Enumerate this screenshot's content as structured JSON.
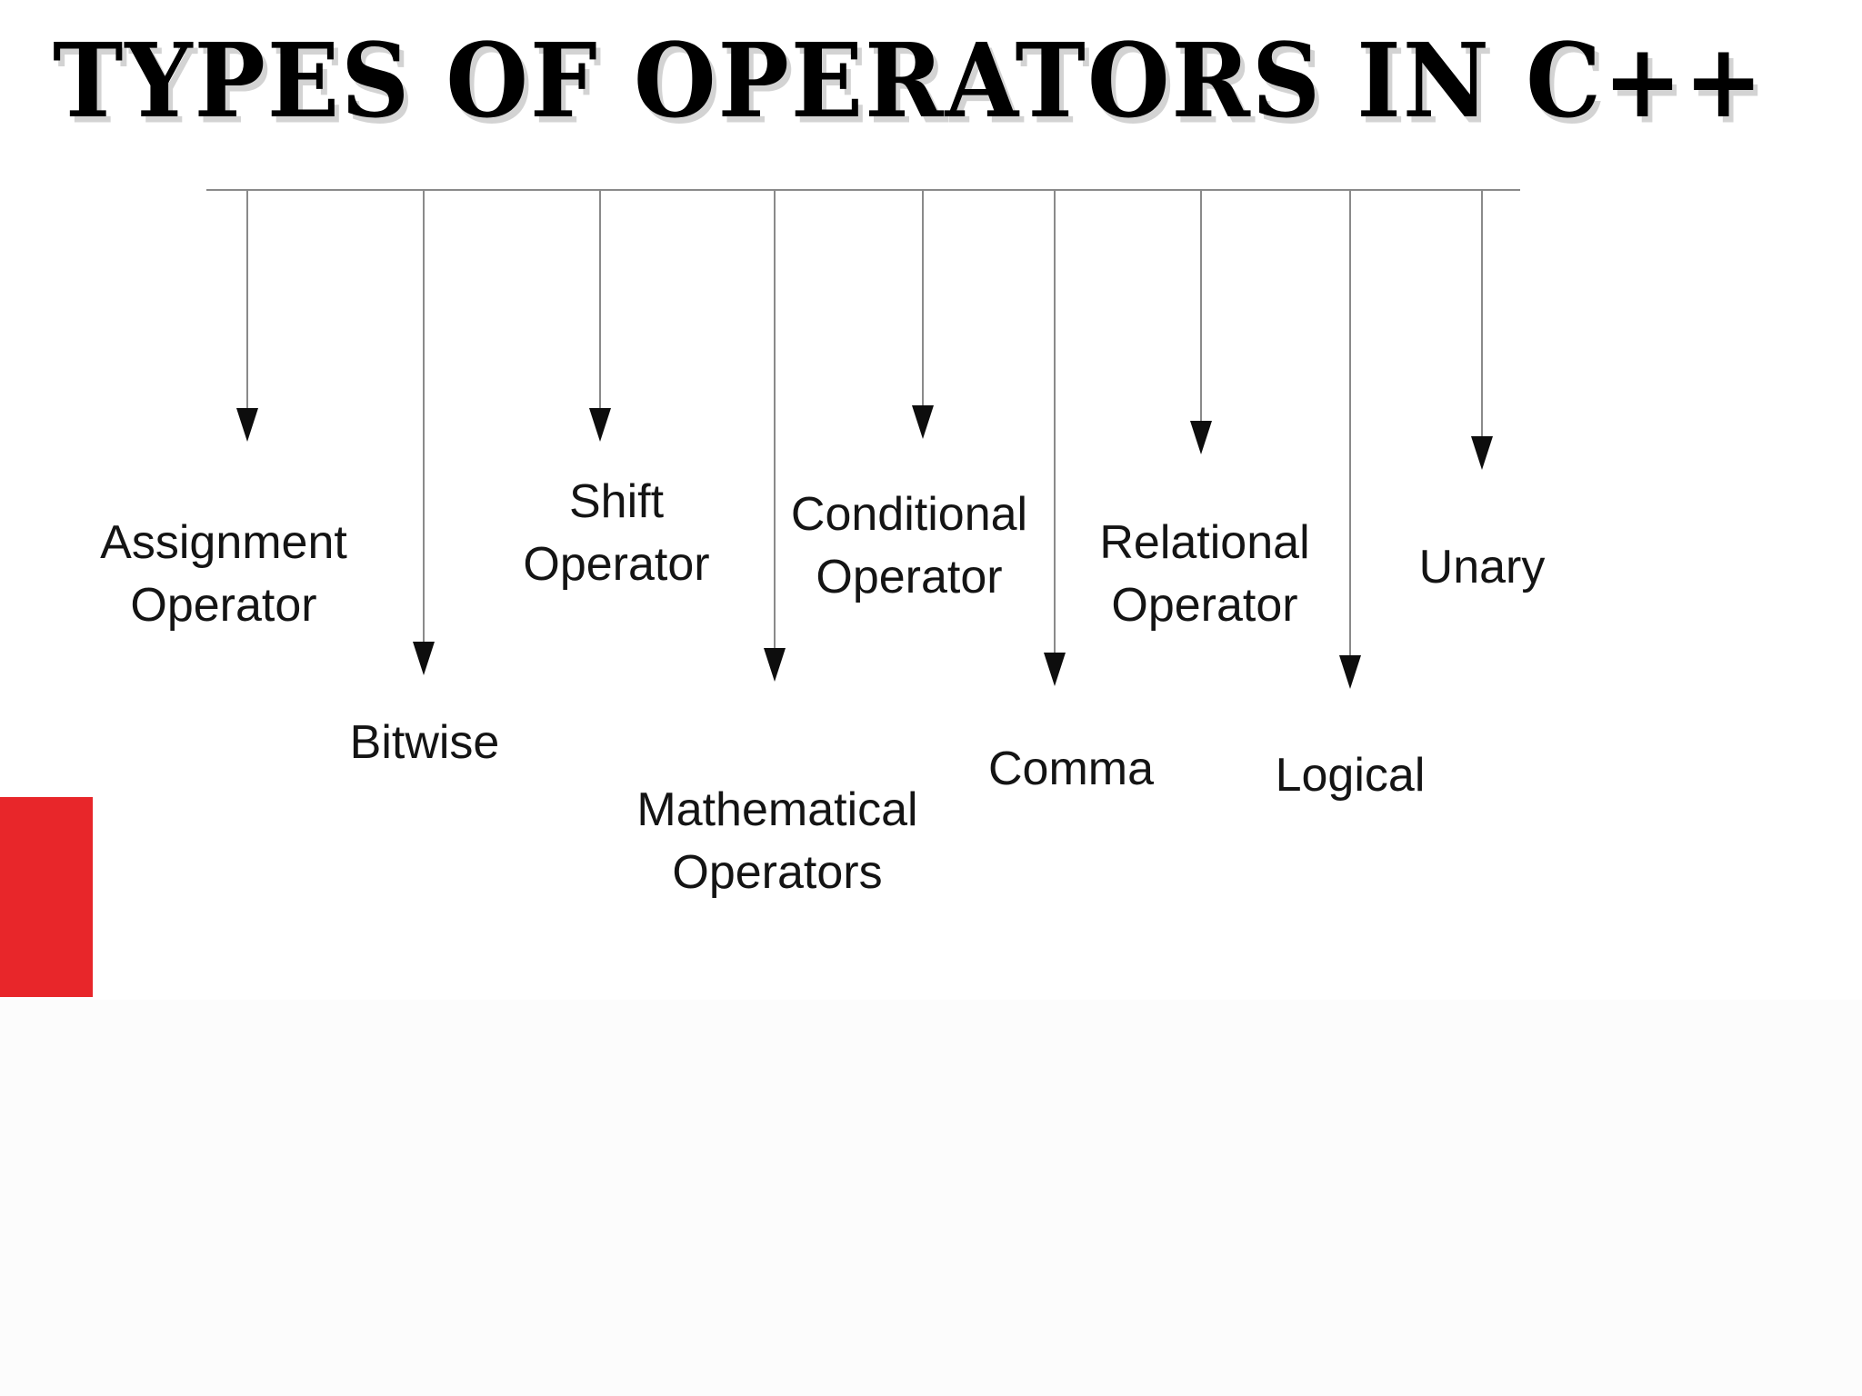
{
  "title": "TYPES OF OPERATORS IN C++",
  "branches": [
    {
      "label": "Assignment Operator"
    },
    {
      "label": "Bitwise"
    },
    {
      "label": "Shift Operator"
    },
    {
      "label": "Mathematical Operators"
    },
    {
      "label": "Conditional Operator"
    },
    {
      "label": "Comma"
    },
    {
      "label": "Relational Operator"
    },
    {
      "label": "Logical"
    },
    {
      "label": "Unary"
    }
  ],
  "colors": {
    "accent_red": "#e8262a",
    "line_gray": "#8a8a8a",
    "arrow_black": "#0d0d0d",
    "text": "#141414",
    "title": "#000000",
    "background": "#ffffff"
  }
}
